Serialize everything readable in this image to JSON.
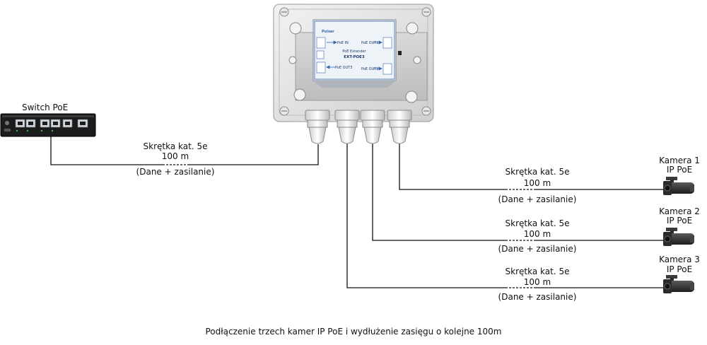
{
  "switch": {
    "label": "Switch PoE"
  },
  "extender": {
    "brand": "Pulsar",
    "title": "PoE Extender",
    "model": "EXT-POE3",
    "port_in": "PoE IN",
    "port_out1": "PoE OUT1",
    "port_out2": "PoE OUT2",
    "port_out3": "PoE OUT3"
  },
  "links": [
    {
      "line1": "Skrętka kat. 5e",
      "line2": "100 m",
      "line3": "(Dane + zasilanie)"
    },
    {
      "line1": "Skrętka kat. 5e",
      "line2": "100 m",
      "line3": "(Dane + zasilanie)"
    },
    {
      "line1": "Skrętka kat. 5e",
      "line2": "100 m",
      "line3": "(Dane + zasilanie)"
    },
    {
      "line1": "Skrętka kat. 5e",
      "line2": "100 m",
      "line3": "(Dane + zasilanie)"
    }
  ],
  "cameras": [
    {
      "line1": "Kamera 1",
      "line2": "IP PoE"
    },
    {
      "line1": "Kamera 2",
      "line2": "IP PoE"
    },
    {
      "line1": "Kamera 3",
      "line2": "IP PoE"
    }
  ],
  "caption": "Podłączenie trzech kamer IP PoE i wydłużenie zasięgu o kolejne 100m"
}
